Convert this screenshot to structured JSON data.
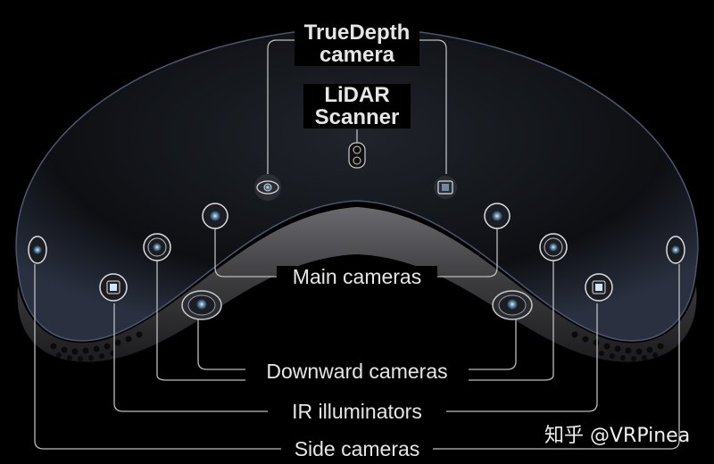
{
  "diagram": {
    "subject": "Headset front sensor layout",
    "labels": {
      "truedepth": "TrueDepth\ncamera",
      "truedepth_line1": "TrueDepth",
      "truedepth_line2": "camera",
      "lidar_line1": "LiDAR",
      "lidar_line2": "Scanner",
      "main": "Main cameras",
      "downward": "Downward cameras",
      "ir": "IR illuminators",
      "side": "Side cameras"
    },
    "watermark": "知乎 @VRPinea",
    "colors": {
      "background": "#000000",
      "label_text": "#e6e6e6",
      "leader_line": "#bdbdbd",
      "shell": "#1a1d22",
      "band": "#4a4a4d"
    }
  }
}
